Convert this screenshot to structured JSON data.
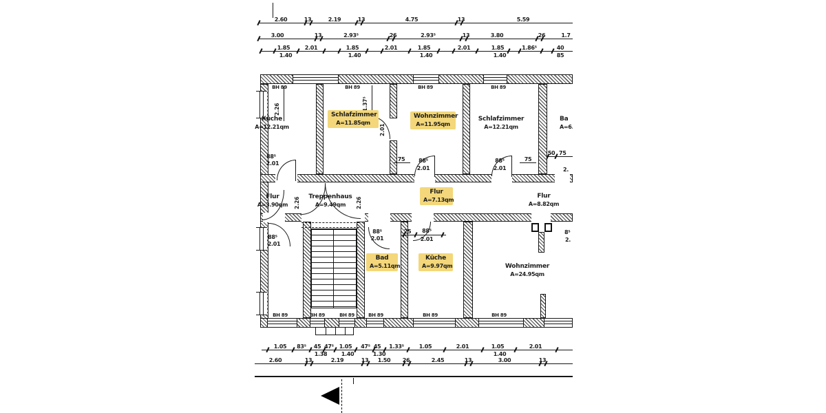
{
  "document": {
    "kind": "architectural-floor-plan-scan",
    "language": "de",
    "unit_suffix": "qm"
  },
  "colors": {
    "ink": "#1c1c1c",
    "paper": "#ffffff",
    "highlight": "#F3D77A"
  },
  "rooms": {
    "kueche_top": {
      "name": "Küche",
      "area": "A=12.21qm",
      "highlighted": false
    },
    "schlafzimmer_left": {
      "name": "Schlafzimmer",
      "area": "A=11.85qm",
      "highlighted": true
    },
    "wohnzimmer_top": {
      "name": "Wohnzimmer",
      "area": "A=11.95qm",
      "highlighted": true
    },
    "schlafzimmer_right": {
      "name": "Schlafzimmer",
      "area": "A=12.21qm",
      "highlighted": false
    },
    "bad_right_cut": {
      "name": "Ba",
      "area": "A=6.",
      "highlighted": false
    },
    "flur_left": {
      "name": "Flur",
      "area": "A=3.90qm",
      "highlighted": false
    },
    "treppenhaus": {
      "name": "Treppenhaus",
      "area": "A=9.49qm",
      "highlighted": false
    },
    "flur_mitte": {
      "name": "Flur",
      "area": "A=7.13qm",
      "highlighted": true
    },
    "flur_right": {
      "name": "Flur",
      "area": "A=8.82qm",
      "highlighted": false
    },
    "bad_unten": {
      "name": "Bad",
      "area": "A=5.11qm",
      "highlighted": true
    },
    "kueche_unten": {
      "name": "Küche",
      "area": "A=9.97qm",
      "highlighted": true
    },
    "wohnzimmer_unten": {
      "name": "Wohnzimmer",
      "area": "A=24.95qm",
      "highlighted": false
    }
  },
  "dims": {
    "top_row1": [
      "2.60",
      "13",
      "2.19",
      "13",
      "4.75",
      "13",
      "5.59"
    ],
    "top_row2": [
      "3.00",
      "13",
      "2.93⁵",
      "26",
      "2.93⁵",
      "13",
      "3.80",
      "26",
      "1.7"
    ],
    "top_row3_upper": [
      "1.85",
      "2.01",
      "1.85",
      "2.01",
      "1.85",
      "2.01",
      "1.85",
      "1.86⁵",
      "40"
    ],
    "top_row3_lower": [
      "1.40",
      "1.40",
      "1.40",
      "1.40",
      "85"
    ],
    "bottom_row1_upper": [
      "1.05",
      "83⁵",
      "45",
      "47⁵",
      "1.05",
      "47⁵",
      "45",
      "1.33⁵",
      "1.05",
      "2.01",
      "1.05",
      "2.01"
    ],
    "bottom_row1_lower": [
      "1.38",
      "1.40",
      "1.30",
      "1.40"
    ],
    "bottom_row2": [
      "2.60",
      "13",
      "2.19",
      "13",
      "1.50",
      "26",
      "2.45",
      "13",
      "3.00",
      "13"
    ]
  },
  "annotations": {
    "window_sill": "BH 89",
    "door_width": "88⁵",
    "door_height": "2.01",
    "door_width_75": "75",
    "door_width_25": "25",
    "dim_50": "50",
    "v_226": "2.26",
    "v_137": "1.37⁵",
    "v_201": "2.01",
    "cut_8": "8⁵",
    "cut_2": "2."
  }
}
